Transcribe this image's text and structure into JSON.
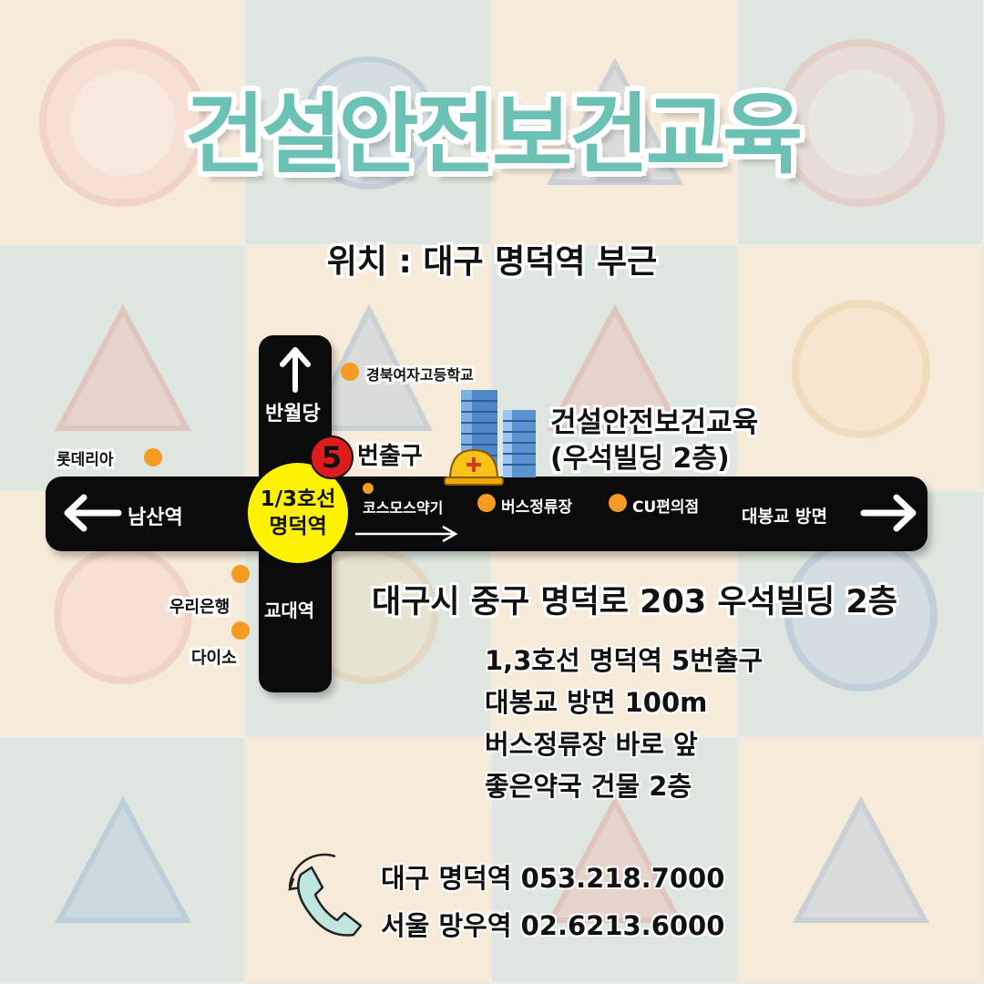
{
  "title": "건설안전보건교육",
  "location_line": "위치 : 대구 명덕역 부근",
  "map": {
    "station": {
      "line1": "1/3호선",
      "line2": "명덕역"
    },
    "exit": {
      "number": "5",
      "label": "번출구"
    },
    "north_label": "반월당",
    "south_label": "교대역",
    "west_label": "남산역",
    "east_label": "대봉교 방면",
    "pois": {
      "school": "경북여자고등학교",
      "lotteria": "롯데리아",
      "woori_bank": "우리은행",
      "daiso": "다이소",
      "pharmacy": "코스모스약기",
      "bus_stop": "버스정류장",
      "cu": "CU편의점"
    },
    "building": {
      "name": "건설안전보건교육",
      "sub": "(우석빌딩 2층)"
    }
  },
  "address": "대구시 중구 명덕로 203 우석빌딩 2층",
  "directions": [
    "1,3호선 명덕역 5번출구",
    "대봉교 방면 100m",
    "버스정류장 바로 앞",
    "좋은약국 건물 2층"
  ],
  "contacts": [
    "대구 명덕역 053.218.7000",
    "서울 망우역 02.6213.6000"
  ],
  "colors": {
    "title": "#6ac1b4",
    "road": "#0b0b0b",
    "station": "#fff200",
    "exit_badge": "#e01b1b",
    "poi_dot": "#f59a23"
  },
  "icons": [
    "arrow-up-icon",
    "arrow-left-icon",
    "arrow-right-icon",
    "building-icon",
    "hard-hat-icon",
    "phone-icon"
  ]
}
